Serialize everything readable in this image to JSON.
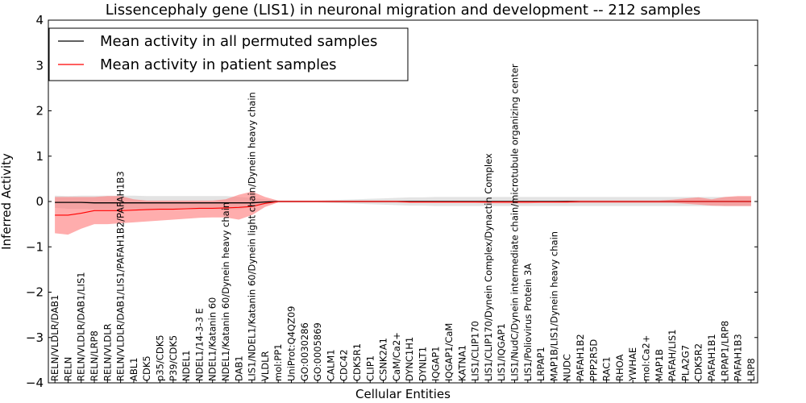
{
  "chart_data": {
    "type": "line",
    "title": "Lissencephaly gene (LIS1) in neuronal migration and development -- 212 samples",
    "xlabel": "Cellular Entities",
    "ylabel": "Inferred Activity",
    "ylim": [
      -4,
      4
    ],
    "yticks": [
      -4,
      -3,
      -2,
      -1,
      0,
      1,
      2,
      3,
      4
    ],
    "ytick_labels": [
      "−4",
      "−3",
      "−2",
      "−1",
      "0",
      "1",
      "2",
      "3",
      "4"
    ],
    "grid": false,
    "legend_position": "top-left",
    "categories": [
      "RELN/VLDLR/DAB1",
      "RELN",
      "RELN/VLDLR/DAB1/LIS1",
      "RELN/LRP8",
      "RELN/VLDLR",
      "RELN/VLDLR/DAB1/LIS1/PAFAH1B2/PAFAH1B3",
      "ABL1",
      "CDK5",
      "p35/CDK5",
      "P39/CDK5",
      "NDEL1",
      "NDEL1/14-3-3 E",
      "NDEL1/Katanin 60",
      "NDEL1/Katanin 60/Dynein heavy chain",
      "DAB1",
      "LIS1/NDEL1/Katanin 60/Dynein light chain/Dynein heavy chain",
      "VLDLR",
      "mol:PP1",
      "UniProt:Q4QZ09",
      "GO:0030286",
      "GO:0005869",
      "CALM1",
      "CDC42",
      "CDK5R1",
      "CLIP1",
      "CSNK2A1",
      "CaM/Ca2+",
      "DYNC1H1",
      "DYNLT1",
      "IQGAP1",
      "IQGAP1/CaM",
      "KATNA1",
      "LIS1/CLIP170",
      "LIS1/CLIP170/Dynein Complex/Dynactin Complex",
      "LIS1/IQGAP1",
      "LIS1/NudC/Dynein intermediate chain/microtubule organizing center",
      "LIS1/Poliovirus Protein 3A",
      "LRPAP1",
      "MAP1B/LIS1/Dynein heavy chain",
      "NUDC",
      "PAFAH1B2",
      "PPP2R5D",
      "RAC1",
      "RHOA",
      "YWHAE",
      "mol:Ca2+",
      "MAP1B",
      "PAFAH/LIS1",
      "PLA2G7",
      "CDK5R2",
      "PAFAH1B1",
      "LRPAP1/LRP8",
      "PAFAH1B3",
      "LRP8"
    ],
    "series": [
      {
        "name": "Mean activity in all permuted samples",
        "color": "#000000",
        "band_color": "#cccccc",
        "values": [
          -0.02,
          -0.02,
          -0.02,
          -0.03,
          -0.03,
          -0.03,
          -0.03,
          -0.03,
          -0.03,
          -0.03,
          -0.03,
          -0.03,
          -0.03,
          -0.03,
          -0.03,
          -0.03,
          -0.01,
          0,
          0,
          0,
          0,
          0,
          0,
          0,
          0,
          0,
          0,
          0,
          0,
          0,
          0,
          0,
          0,
          0,
          0,
          0,
          0,
          0,
          0,
          0,
          0,
          0,
          0,
          0,
          0,
          0,
          0,
          0,
          0,
          0,
          0,
          0,
          0,
          0
        ],
        "lower": [
          -0.14,
          -0.16,
          -0.16,
          -0.17,
          -0.17,
          -0.17,
          -0.17,
          -0.17,
          -0.17,
          -0.17,
          -0.17,
          -0.17,
          -0.17,
          -0.17,
          -0.17,
          -0.12,
          -0.06,
          -0.02,
          -0.02,
          -0.02,
          -0.02,
          -0.03,
          -0.04,
          -0.05,
          -0.06,
          -0.07,
          -0.08,
          -0.09,
          -0.09,
          -0.1,
          -0.1,
          -0.1,
          -0.1,
          -0.1,
          -0.1,
          -0.1,
          -0.1,
          -0.1,
          -0.1,
          -0.1,
          -0.1,
          -0.1,
          -0.1,
          -0.1,
          -0.1,
          -0.1,
          -0.1,
          -0.1,
          -0.1,
          -0.1,
          -0.1,
          -0.1,
          -0.1,
          -0.1
        ],
        "upper": [
          0.13,
          0.12,
          0.13,
          0.13,
          0.13,
          0.13,
          0.13,
          0.12,
          0.12,
          0.12,
          0.12,
          0.12,
          0.12,
          0.12,
          0.1,
          0.08,
          0.05,
          0.02,
          0.02,
          0.02,
          0.02,
          0.03,
          0.04,
          0.05,
          0.06,
          0.07,
          0.08,
          0.09,
          0.09,
          0.1,
          0.1,
          0.1,
          0.1,
          0.1,
          0.1,
          0.1,
          0.1,
          0.1,
          0.1,
          0.1,
          0.1,
          0.1,
          0.1,
          0.1,
          0.1,
          0.1,
          0.1,
          0.1,
          0.1,
          0.1,
          0.1,
          0.1,
          0.1,
          0.1
        ]
      },
      {
        "name": "Mean activity in patient samples",
        "color": "#ff0000",
        "band_color": "#ff7777",
        "values": [
          -0.3,
          -0.3,
          -0.26,
          -0.2,
          -0.2,
          -0.2,
          -0.19,
          -0.18,
          -0.17,
          -0.17,
          -0.16,
          -0.15,
          -0.15,
          -0.14,
          -0.13,
          -0.11,
          -0.04,
          0,
          0,
          0,
          0,
          0,
          0,
          0,
          0,
          0,
          0,
          -0.01,
          -0.01,
          -0.01,
          -0.01,
          -0.01,
          -0.01,
          -0.01,
          -0.01,
          -0.01,
          -0.01,
          -0.01,
          -0.01,
          -0.01,
          0,
          0,
          0,
          0,
          0,
          0,
          0,
          0,
          0,
          0,
          0,
          0,
          0,
          0
        ],
        "lower": [
          -0.7,
          -0.73,
          -0.6,
          -0.5,
          -0.5,
          -0.48,
          -0.46,
          -0.44,
          -0.42,
          -0.4,
          -0.38,
          -0.36,
          -0.35,
          -0.35,
          -0.4,
          -0.3,
          -0.12,
          -0.02,
          -0.02,
          -0.02,
          -0.02,
          -0.02,
          -0.02,
          -0.02,
          -0.02,
          -0.02,
          -0.02,
          -0.03,
          -0.03,
          -0.03,
          -0.03,
          -0.03,
          -0.03,
          -0.04,
          -0.04,
          -0.04,
          -0.04,
          -0.03,
          -0.03,
          -0.03,
          -0.03,
          -0.03,
          -0.03,
          -0.03,
          -0.03,
          -0.03,
          -0.03,
          -0.03,
          -0.05,
          -0.07,
          -0.09,
          -0.1,
          -0.1,
          -0.1
        ],
        "upper": [
          0.1,
          0.1,
          0.1,
          0.1,
          0.12,
          0.12,
          0.05,
          0.02,
          0.02,
          0.02,
          0.02,
          0.02,
          0.02,
          0.05,
          0.15,
          0.22,
          0.1,
          0.02,
          0.02,
          0.02,
          0.02,
          0.02,
          0.02,
          0.02,
          0.02,
          0.02,
          0.02,
          0.01,
          0.01,
          0.01,
          0.01,
          0.01,
          0.01,
          0.01,
          0.01,
          0.01,
          0.01,
          0.01,
          0.01,
          0.02,
          0.02,
          0.02,
          0.02,
          0.02,
          0.02,
          0.02,
          0.02,
          0.04,
          0.07,
          0.09,
          0.05,
          0.1,
          0.12,
          0.12
        ]
      }
    ]
  }
}
